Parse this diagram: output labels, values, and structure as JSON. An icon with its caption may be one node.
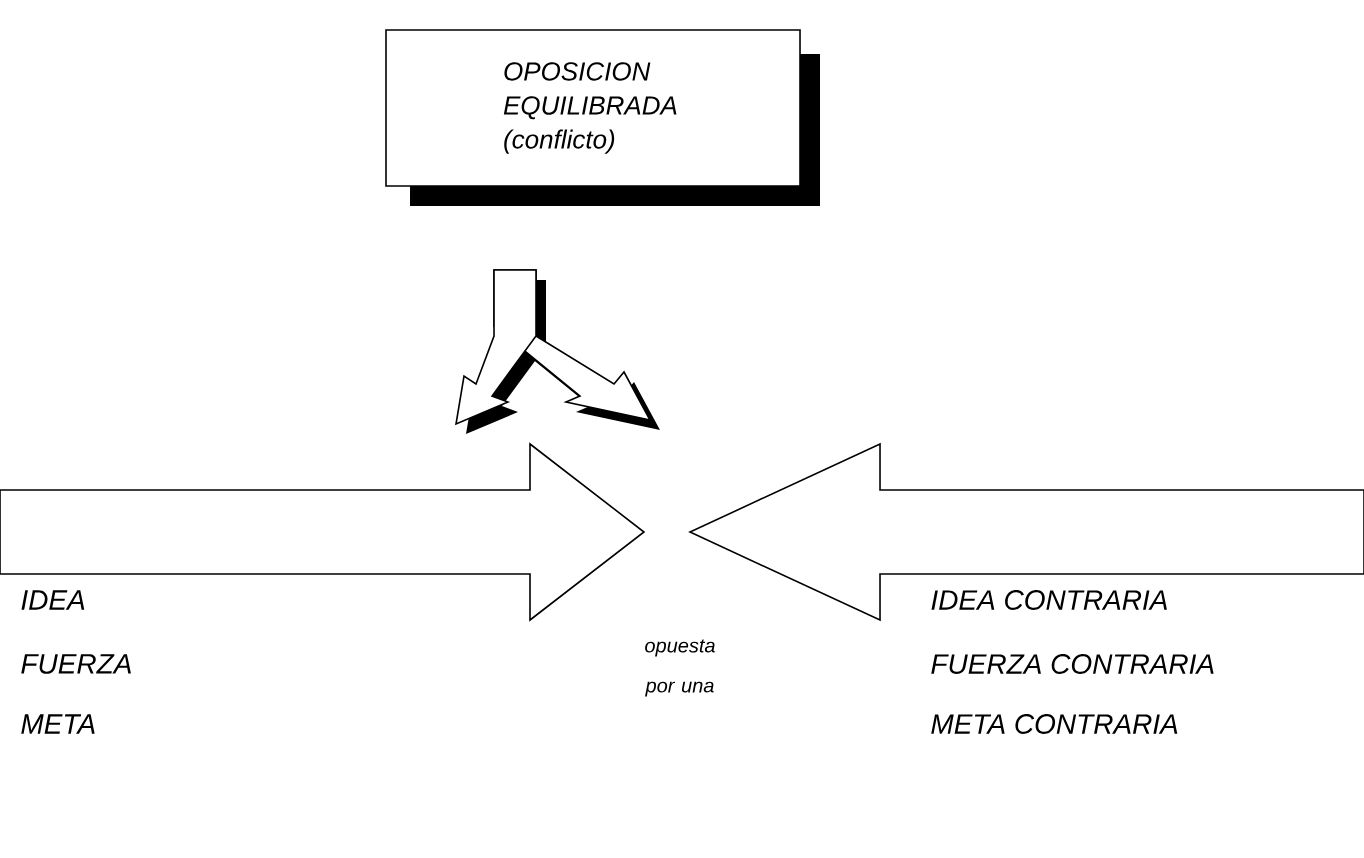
{
  "diagram": {
    "nodes": [
      {
        "text": [
          "OPOSICION EQUILIBRADA (conflicto)"
        ]
      }
    ],
    "labels": [
      "IDEA",
      "FUERZA",
      "META",
      "opuesta por una",
      "IDEA CONTRARIA",
      "FUERZA CONTRARIA",
      "META CONTRARIA"
    ]
  }
}
